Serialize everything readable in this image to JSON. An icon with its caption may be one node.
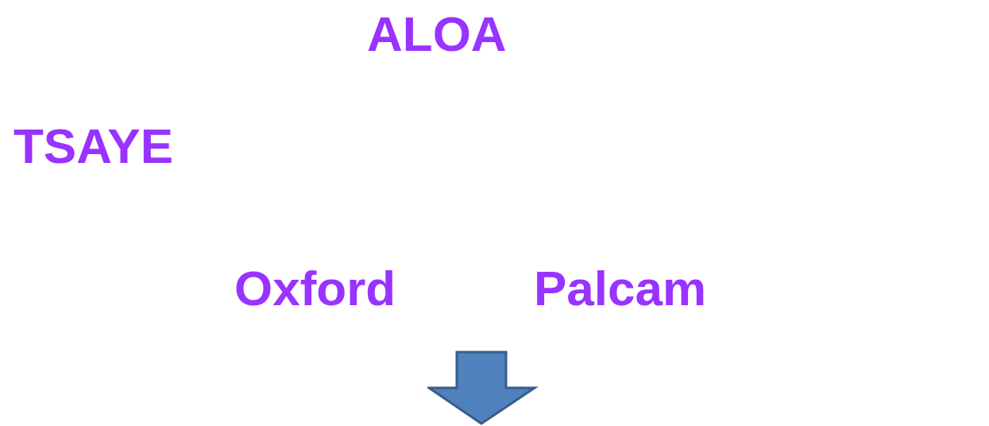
{
  "diagram": {
    "labels": [
      "ALOA",
      "TSAYE",
      "Oxford",
      "Palcam"
    ]
  }
}
